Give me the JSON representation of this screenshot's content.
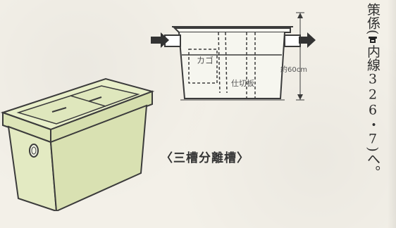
{
  "diagram": {
    "caption": "〈三槽分離槽〉",
    "label_basket": "カゴ",
    "label_partition": "仕切板",
    "label_height": "約60cm"
  },
  "side_text": {
    "part1": "策係",
    "open_paren": "(",
    "part2": "内線326・7",
    "close_paren": ")",
    "part3": "へ。"
  },
  "icons": {
    "phone": "phone-icon",
    "arrow_in": "arrow-right-icon",
    "arrow_out": "arrow-right-icon"
  },
  "colors": {
    "tank_fill": "#e6ecc8",
    "line": "#3b3b3b",
    "paper": "#f3f0e8"
  }
}
